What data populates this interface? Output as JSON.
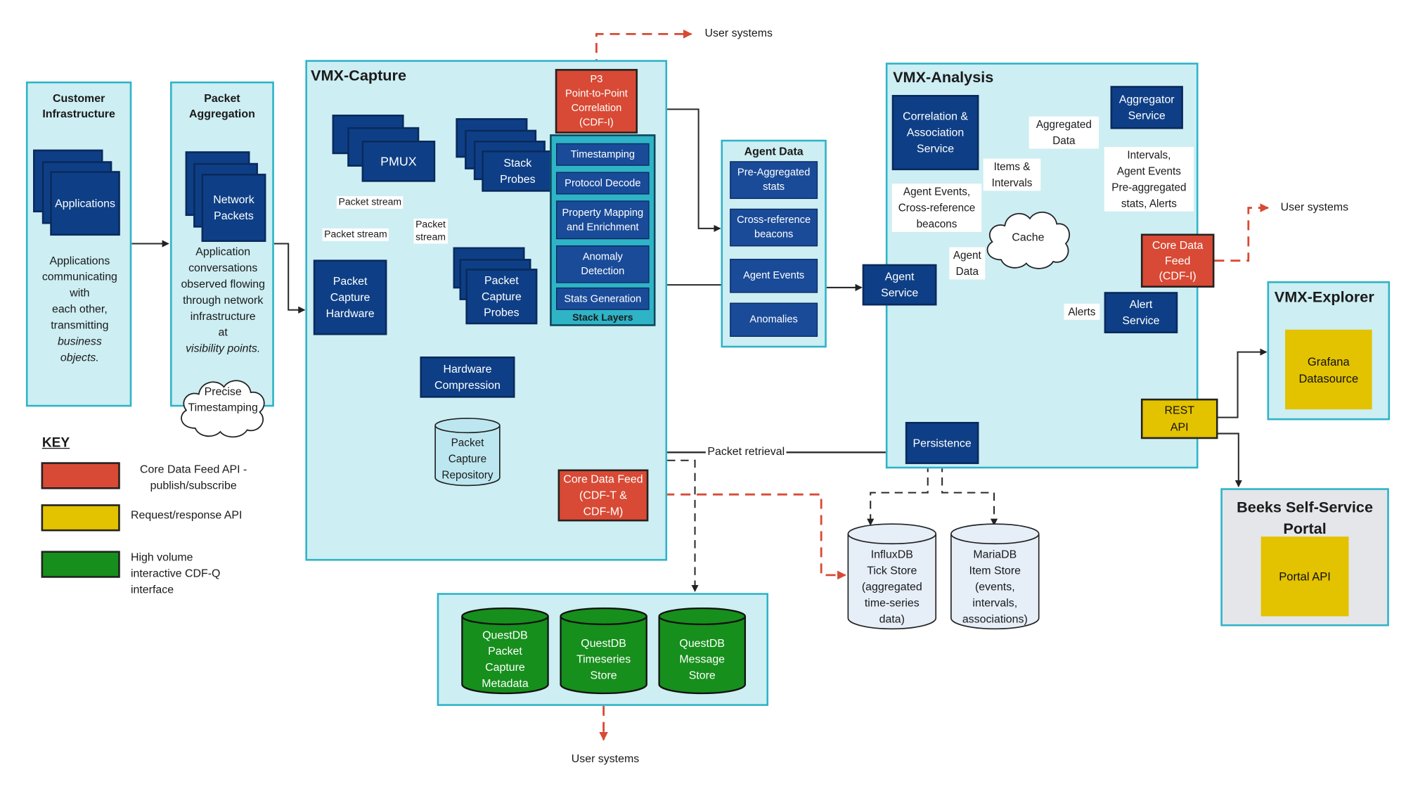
{
  "colors": {
    "panel_fill": "#cdeef3",
    "panel_border": "#2eb3c7",
    "blue": "#0e3f86",
    "red": "#d84a35",
    "yellow": "#e3c200",
    "green": "#168f1c",
    "grey_panel": "#e4e6ea"
  },
  "customer": {
    "title": "Customer\nInfrastructure",
    "box": "Applications",
    "desc_1": "Applications\ncommunicating\nwith\neach other,\ntransmitting",
    "desc_italic": "business\nobjects."
  },
  "packet_agg": {
    "title": "Packet\nAggregation",
    "box": "Network\nPackets",
    "desc_1": "Application\nconversations\nobserved flowing\nthrough network\ninfrastructure\nat",
    "desc_italic": "visibility points.",
    "cloud": "Precise\nTimestamping"
  },
  "key": {
    "title": "KEY",
    "items": [
      {
        "label": "Core Data Feed API -\npublish/subscribe",
        "color": "#d84a35"
      },
      {
        "label": "Request/response API",
        "color": "#e3c200"
      },
      {
        "label": "High volume\ninteractive CDF-Q\ninterface",
        "color": "#168f1c"
      }
    ]
  },
  "capture": {
    "title": "VMX-Capture",
    "pmux": "PMUX",
    "stack_probes": "Stack\nProbes",
    "p3": "P3\nPoint-to-Point\nCorrelation\n(CDF-I)",
    "hardware": "Packet\nCapture\nHardware",
    "pc_probes": "Packet\nCapture\nProbes",
    "hw_compression": "Hardware\nCompression",
    "repository": "Packet\nCapture\nRepository",
    "core_feed": "Core Data Feed\n(CDF-T &\nCDF-M)",
    "stack_layers_title": "Stack Layers",
    "stack_layers": [
      "Timestamping",
      "Protocol Decode",
      "Property Mapping\nand Enrichment",
      "Anomaly\nDetection",
      "Stats Generation"
    ],
    "lbl_stream_1": "Packet stream",
    "lbl_stream_2": "Packet stream",
    "lbl_stream_3": "Packet\nstream"
  },
  "user_systems": "User systems",
  "agent_data": {
    "title": "Agent Data",
    "items": [
      "Pre-Aggregated\nstats",
      "Cross-reference\nbeacons",
      "Agent Events",
      "Anomalies"
    ]
  },
  "analysis": {
    "title": "VMX-Analysis",
    "correlation": "Correlation &\nAssociation\nService",
    "aggregator": "Aggregator\nService",
    "cache": "Cache",
    "agent_service": "Agent\nService",
    "core_feed": "Core Data\nFeed\n(CDF-I)",
    "alert": "Alert\nService",
    "persistence": "Persistence",
    "rest": "REST\nAPI",
    "lbl_aggregated": "Aggregated\nData",
    "lbl_items": "Items &\nIntervals",
    "lbl_intervals": "Intervals,\nAgent Events\nPre-aggregated\nstats, Alerts",
    "lbl_agent_events": "Agent Events,\nCross-reference\nbeacons",
    "lbl_agent_data": "Agent\nData",
    "lbl_alerts": "Alerts"
  },
  "packet_retrieval": "Packet retrieval",
  "explorer": {
    "title": "VMX-Explorer",
    "grafana": "Grafana\nDatasource"
  },
  "portal": {
    "title": "Beeks Self-Service\nPortal",
    "api": "Portal API"
  },
  "influx": "InfluxDB\nTick Store\n(aggregated\ntime-series\ndata)",
  "maria": "MariaDB\nItem Store\n(events,\nintervals,\nassociations)",
  "questdb": [
    "QuestDB\nPacket\nCapture\nMetadata",
    "QuestDB\nTimeseries\nStore",
    "QuestDB\nMessage\nStore"
  ]
}
